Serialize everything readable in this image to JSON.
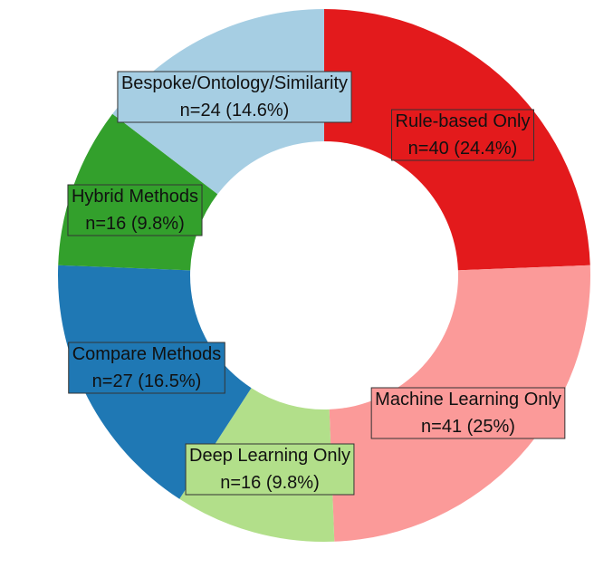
{
  "chart_data": {
    "type": "pie",
    "donut": true,
    "title": "",
    "slices": [
      {
        "label": "Rule-based Only",
        "count_text": "n=40 (24.4%)",
        "value": 40,
        "percent": 24.4,
        "color": "#e31a1c"
      },
      {
        "label": "Machine Learning Only",
        "count_text": "n=41 (25%)",
        "value": 41,
        "percent": 25,
        "color": "#fb9a99"
      },
      {
        "label": "Deep Learning Only",
        "count_text": "n=16 (9.8%)",
        "value": 16,
        "percent": 9.8,
        "color": "#b2df8a"
      },
      {
        "label": "Compare Methods",
        "count_text": "n=27 (16.5%)",
        "value": 27,
        "percent": 16.5,
        "color": "#1f78b4"
      },
      {
        "label": "Hybrid Methods",
        "count_text": "n=16 (9.8%)",
        "value": 16,
        "percent": 9.8,
        "color": "#33a02c"
      },
      {
        "label": "Bespoke/Ontology/Similarity",
        "count_text": "n=24 (14.6%)",
        "value": 24,
        "percent": 14.6,
        "color": "#a6cee3"
      }
    ]
  }
}
